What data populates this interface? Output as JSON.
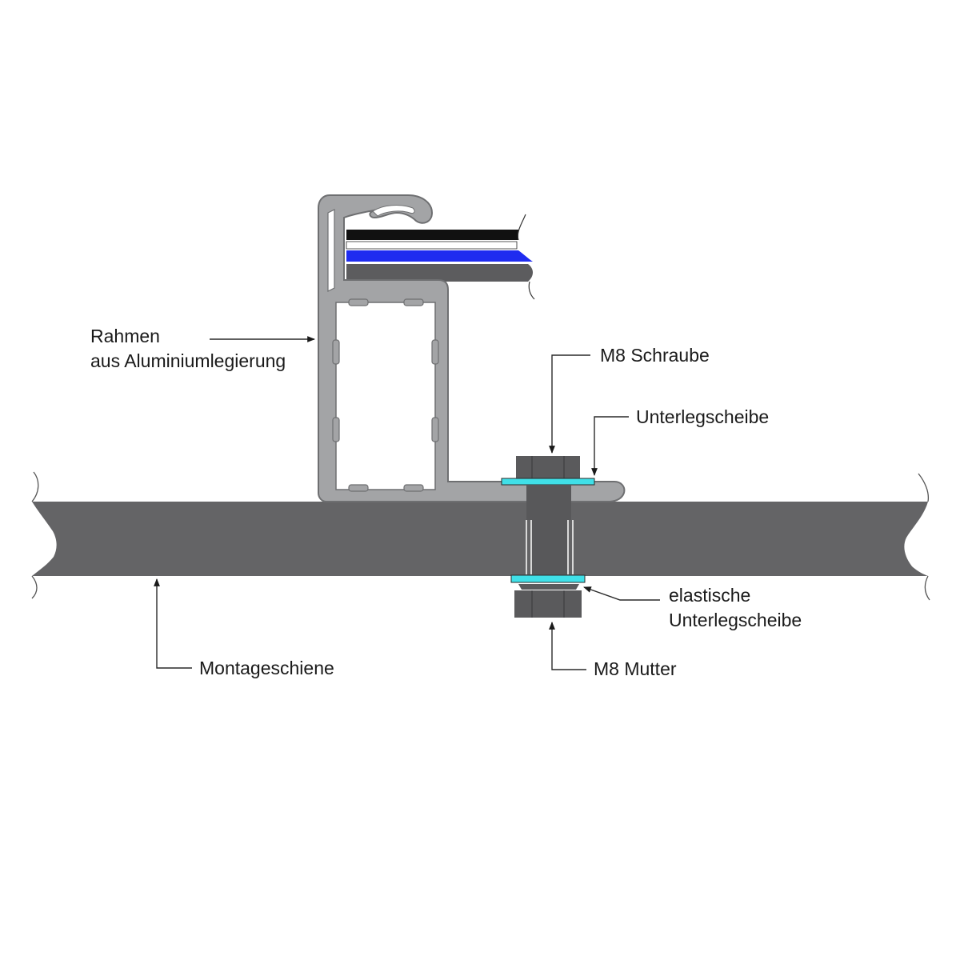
{
  "labels": {
    "frame_line1": "Rahmen",
    "frame_line2": "aus Aluminiumlegierung",
    "bolt": "M8 Schraube",
    "washer": "Unterlegscheibe",
    "spring_washer_line1": "elastische",
    "spring_washer_line2": "Unterlegscheibe",
    "nut": "M8 Mutter",
    "rail": "Montageschiene"
  },
  "colors": {
    "rail": "#646466",
    "frame": "#a3a4a6",
    "frame_outline": "#6e6f71",
    "bolt": "#5a5a5c",
    "washer": "#40e0e8",
    "panel_black": "#111111",
    "panel_blue": "#1f2cf0",
    "panel_back": "#5c5c5e",
    "leader": "#2a2a2a"
  }
}
